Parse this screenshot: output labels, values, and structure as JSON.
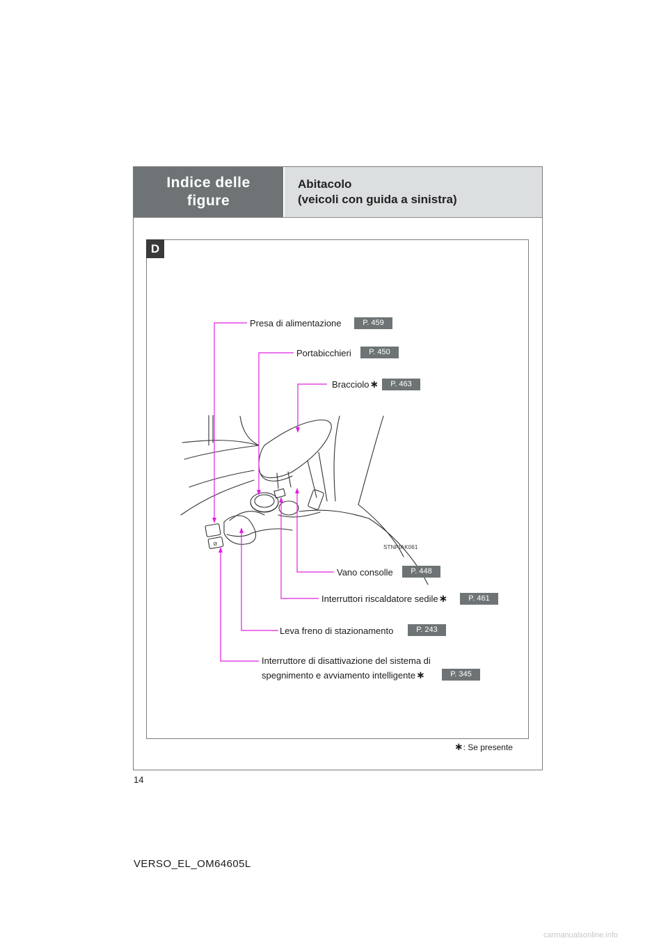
{
  "header": {
    "section": "Indice delle figure",
    "title_line1": "Abitacolo",
    "title_line2": "(veicoli con guida a sinistra)"
  },
  "badge": "D",
  "callouts": [
    {
      "label": "Presa di alimentazione",
      "page": "P. 459"
    },
    {
      "label": "Portabicchieri",
      "page": "P. 450"
    },
    {
      "label": "Bracciolo",
      "page": "P. 463"
    },
    {
      "label": "Vano consolle",
      "page": "P. 448"
    },
    {
      "label": "Interruttori riscaldatore sedile",
      "page": "P. 461"
    },
    {
      "label": "Leva freno di stazionamento",
      "page": "P. 243"
    },
    {
      "label_line1": "Interruttore di disattivazione del sistema di",
      "label_line2": "spegnimento e avviamento intelligente",
      "page": "P. 345"
    }
  ],
  "star_mark": "∗",
  "illustration_code": "STNPIAK061",
  "footnote": ": Se presente",
  "page_number": "14",
  "doc_id": "VERSO_EL_OM64605L",
  "watermark": "carmanualsonline.info",
  "colors": {
    "header_dark": "#6e7475",
    "header_light": "#dcdfdf",
    "leader": "#e020e0",
    "page_tag": "#6e7475"
  }
}
